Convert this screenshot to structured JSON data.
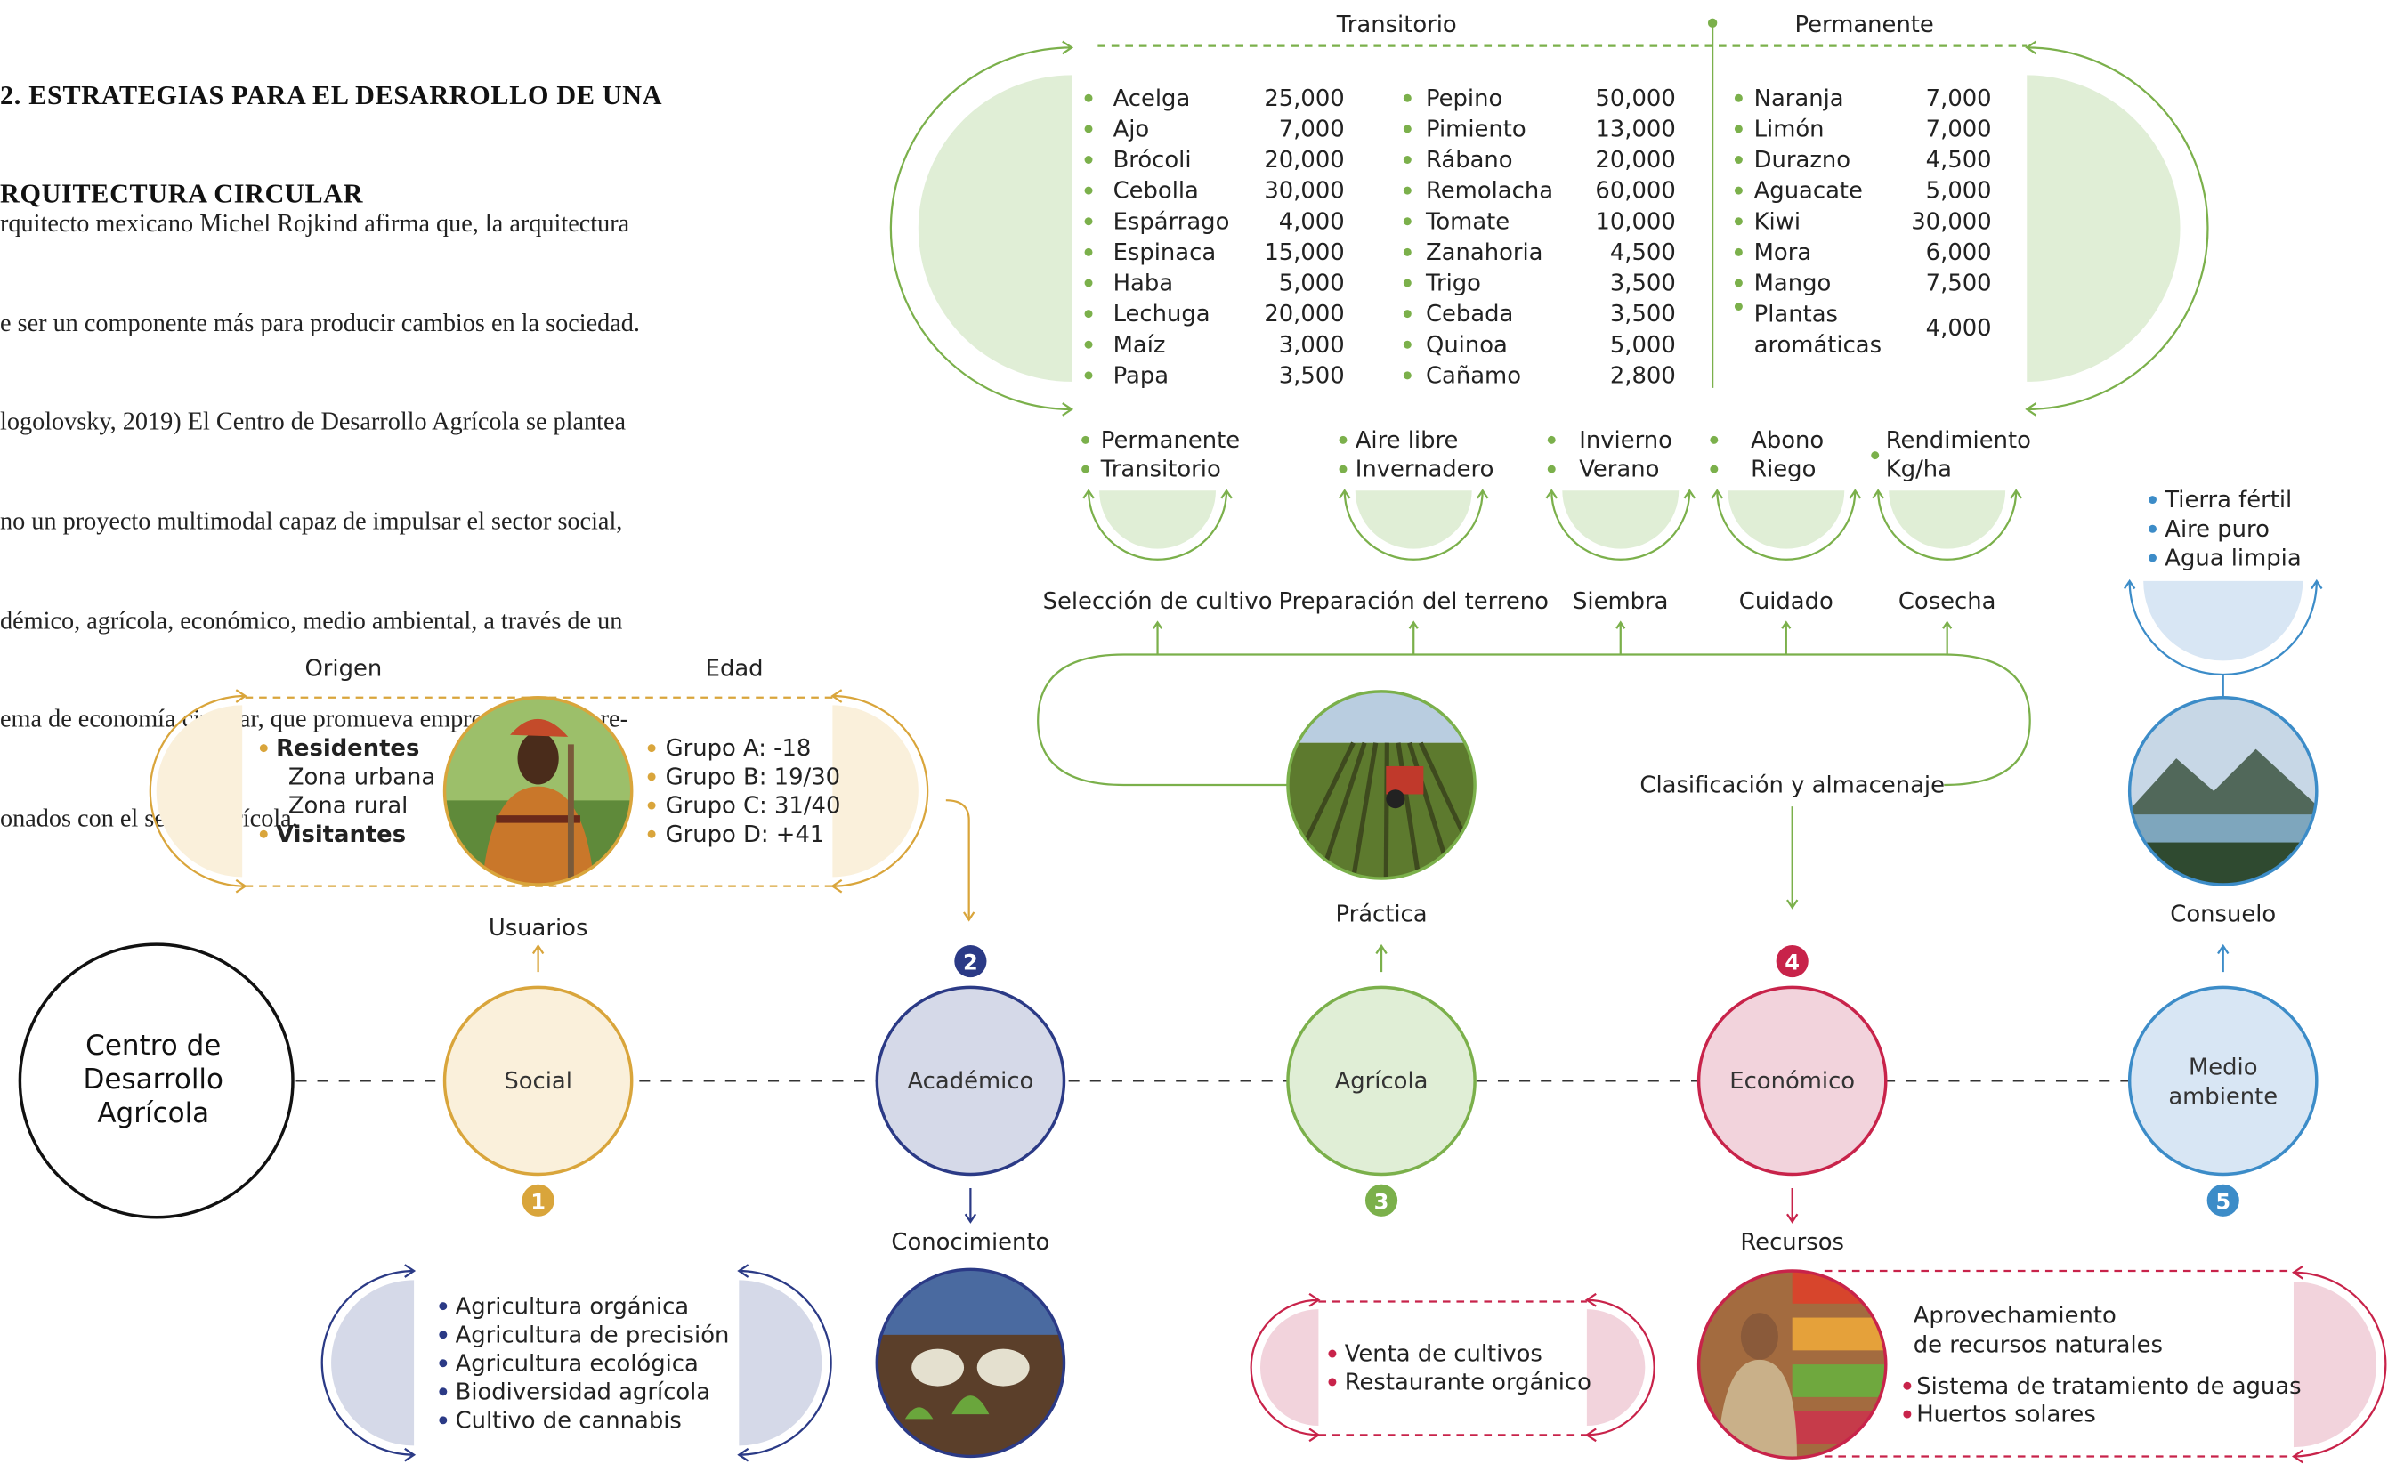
{
  "text": {
    "heading_lines": [
      "2. ESTRATEGIAS PARA EL DESARROLLO DE UNA",
      "RQUITECTURA CIRCULAR"
    ],
    "body_lines": [
      "rquitecto mexicano Michel Rojkind afirma que, la arquitectura",
      "e ser un componente más para producir cambios en la sociedad.",
      "logolovsky, 2019) El Centro de Desarrollo Agrícola se plantea",
      "no un proyecto multimodal capaz de impulsar el sector social,",
      "démico, agrícola, económico, medio ambiental, a través de un",
      "ema de economía circular, que promueva emprendimientos re-",
      "onados con el sector agrícola."
    ]
  },
  "colors": {
    "social": "#d9a53b",
    "social_fill": "#faf0db",
    "academico": "#2b3a86",
    "academico_fill": "#d5d9e8",
    "agricola": "#7bb04b",
    "agricola_fill": "#e0eed6",
    "economico": "#c8234a",
    "economico_fill": "#f2d3dc",
    "medio": "#3c8cc8",
    "medio_fill": "#d8e6f4"
  },
  "center": {
    "label_lines": [
      "Centro de",
      "Desarrollo",
      "Agrícola"
    ]
  },
  "nodes": [
    {
      "id": "social",
      "label_lines": [
        "Social"
      ],
      "number": "1",
      "caption": "Usuarios",
      "image_icon": "woman-farmer-photo"
    },
    {
      "id": "academico",
      "label_lines": [
        "Académico"
      ],
      "number": "2",
      "caption": "Conocimiento",
      "image_icon": "hands-planting-photo"
    },
    {
      "id": "agricola",
      "label_lines": [
        "Agrícola"
      ],
      "number": "3",
      "caption": "Práctica",
      "image_icon": "tractor-field-photo"
    },
    {
      "id": "economico",
      "label_lines": [
        "Económico"
      ],
      "number": "4",
      "caption": "Recursos",
      "image_icon": "market-shopper-photo"
    },
    {
      "id": "medio",
      "label_lines": [
        "Medio",
        "ambiente"
      ],
      "number": "5",
      "caption": "Consuelo",
      "image_icon": "mountain-lake-photo"
    }
  ],
  "social_panel": {
    "origen_title": "Origen",
    "edad_title": "Edad",
    "origen_items": [
      {
        "text": "Residentes",
        "bullet": true,
        "bold": true
      },
      {
        "text": "Zona urbana",
        "bullet": false,
        "bold": false
      },
      {
        "text": "Zona rural",
        "bullet": false,
        "bold": false
      },
      {
        "text": "Visitantes",
        "bullet": true,
        "bold": true
      }
    ],
    "edad_items": [
      "Grupo A: -18",
      "Grupo B: 19/30",
      "Grupo C: 31/40",
      "Grupo D: +41"
    ]
  },
  "academic_panel": {
    "items": [
      "Agricultura orgánica",
      "Agricultura de precisión",
      "Agricultura ecológica",
      "Biodiversidad agrícola",
      "Cultivo de cannabis"
    ]
  },
  "crops_panel": {
    "transitorio_title": "Transitorio",
    "permanente_title": "Permanente",
    "col1": [
      {
        "name": "Acelga",
        "value": "25,000"
      },
      {
        "name": "Ajo",
        "value": "7,000"
      },
      {
        "name": "Brócoli",
        "value": "20,000"
      },
      {
        "name": "Cebolla",
        "value": "30,000"
      },
      {
        "name": "Espárrago",
        "value": "4,000"
      },
      {
        "name": "Espinaca",
        "value": "15,000"
      },
      {
        "name": "Haba",
        "value": "5,000"
      },
      {
        "name": "Lechuga",
        "value": "20,000"
      },
      {
        "name": "Maíz",
        "value": "3,000"
      },
      {
        "name": "Papa",
        "value": "3,500"
      }
    ],
    "col2": [
      {
        "name": "Pepino",
        "value": "50,000"
      },
      {
        "name": "Pimiento",
        "value": "13,000"
      },
      {
        "name": "Rábano",
        "value": "20,000"
      },
      {
        "name": "Remolacha",
        "value": "60,000"
      },
      {
        "name": "Tomate",
        "value": "10,000"
      },
      {
        "name": "Zanahoria",
        "value": "4,500"
      },
      {
        "name": "Trigo",
        "value": "3,500"
      },
      {
        "name": "Cebada",
        "value": "3,500"
      },
      {
        "name": "Quinoa",
        "value": "5,000"
      },
      {
        "name": "Cañamo",
        "value": "2,800"
      }
    ],
    "col3": [
      {
        "name": "Naranja",
        "value": "7,000"
      },
      {
        "name": "Limón",
        "value": "7,000"
      },
      {
        "name": "Durazno",
        "value": "4,500"
      },
      {
        "name": "Aguacate",
        "value": "5,000"
      },
      {
        "name": "Kiwi",
        "value": "30,000"
      },
      {
        "name": "Mora",
        "value": "6,000"
      },
      {
        "name": "Mango",
        "value": "7,500"
      }
    ],
    "col3_last": {
      "name_lines": [
        "Plantas",
        "aromáticas"
      ],
      "value": "4,000"
    }
  },
  "process": {
    "steps": [
      {
        "label": "Selección de cultivo",
        "items": [
          "Permanente",
          "Transitorio"
        ]
      },
      {
        "label": "Preparación del terreno",
        "items": [
          "Aire libre",
          "Invernadero"
        ]
      },
      {
        "label": "Siembra",
        "items": [
          "Invierno",
          "Verano"
        ]
      },
      {
        "label": "Cuidado",
        "items": [
          "Abono",
          "Riego"
        ]
      },
      {
        "label": "Cosecha",
        "items": [
          "Rendimiento",
          "Kg/ha"
        ]
      }
    ],
    "storage_label": "Clasificación y almacenaje"
  },
  "economic_panel": {
    "left_items": [
      "Venta de cultivos",
      "Restaurante orgánico"
    ],
    "right_heading_lines": [
      "Aprovechamiento",
      "de recursos naturales"
    ],
    "right_items": [
      "Sistema de tratamiento de aguas",
      "Huertos solares"
    ]
  },
  "environment_panel": {
    "items": [
      "Tierra fértil",
      "Aire puro",
      "Agua limpia"
    ]
  }
}
